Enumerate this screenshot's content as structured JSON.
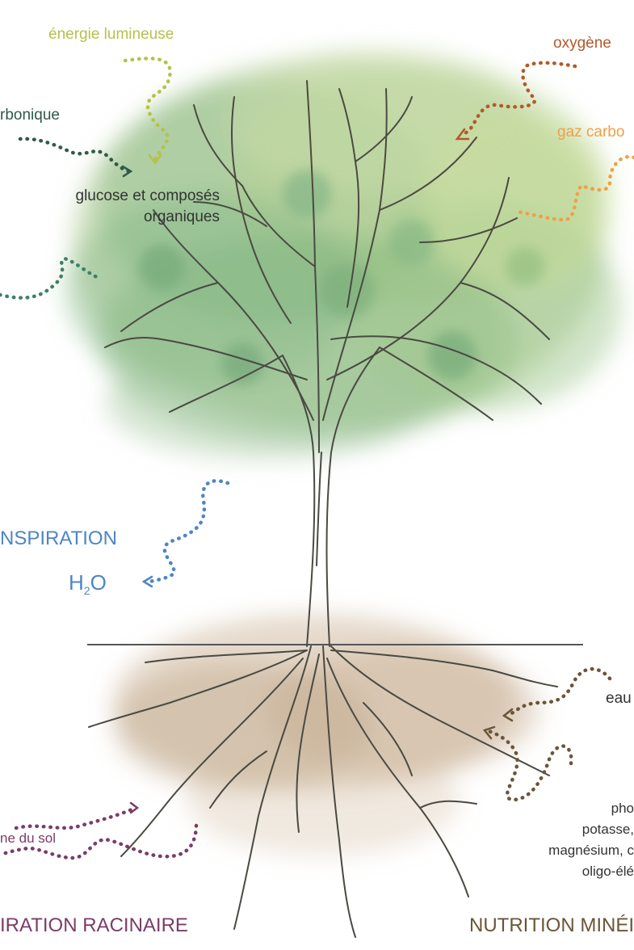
{
  "colors": {
    "energy": "#b5c24a",
    "co2_left": "#2f5a4a",
    "o2_right": "#b05a2a",
    "co2_right": "#f0a048",
    "sap": "#3f7f6a",
    "water": "#4d86c4",
    "root_resp": "#7a3d68",
    "nutrition": "#6b5538",
    "text_dark": "#333333",
    "ground": "#555555"
  },
  "labels": {
    "energie": "énergie lumineuse",
    "oxygene": "oxygène",
    "carbonique_left": "rbonique",
    "gaz_carbo": "gaz carbo",
    "glucose_line1": "glucose et composés",
    "glucose_line2": "organiques",
    "transpiration": "NSPIRATION",
    "h": "H",
    "sub2": "2",
    "o": "O",
    "eau": "eau",
    "pho": "pho",
    "potasse": "potasse,",
    "magnesium": "magnésium, c",
    "oligo": "oligo-élé",
    "sol": "ne du sol",
    "respiration": "IRATION RACINAIRE",
    "nutrition": "NUTRITION MINÉI"
  }
}
